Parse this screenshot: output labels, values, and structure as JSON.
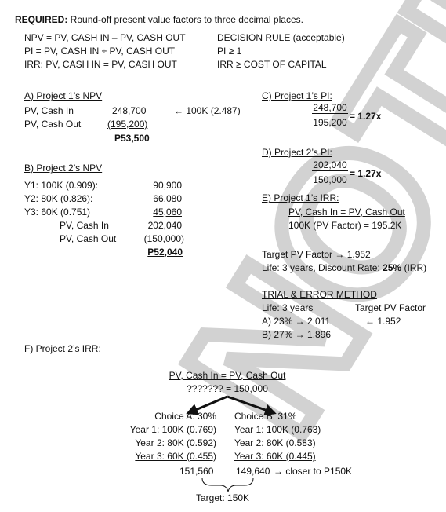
{
  "header": {
    "required_label": "REQUIRED:",
    "required_text": " Round-off present value factors to three decimal places.",
    "npv_formula": "NPV = PV, CASH IN – PV, CASH OUT",
    "pi_formula": "PI = PV, CASH IN ÷ PV, CASH OUT",
    "irr_formula": "IRR: PV, CASH IN = PV, CASH OUT",
    "decision_rule": "DECISION RULE (acceptable)",
    "pi_rule": "PI ≥ 1",
    "irr_rule": "IRR ≥ COST OF CAPITAL"
  },
  "section_a": {
    "title": "A) Project 1’s NPV",
    "pv_in_label": "PV, Cash In",
    "pv_in_value": "248,700",
    "pv_in_note": "← 100K (2.487)",
    "pv_out_label": "PV, Cash Out",
    "pv_out_value": "(195,200)",
    "npv": "P53,500"
  },
  "section_b": {
    "title": "B) Project 2’s NPV",
    "rows": [
      {
        "label": "Y1: 100K (0.909):",
        "value": "90,900"
      },
      {
        "label": "Y2: 80K (0.826):",
        "value": "66,080"
      },
      {
        "label": "Y3: 60K (0.751)",
        "value": "45,060"
      }
    ],
    "pv_in_label": "PV, Cash In",
    "pv_in_value": "202,040",
    "pv_out_label": "PV, Cash Out",
    "pv_out_value": "(150,000)",
    "npv": "P52,040"
  },
  "section_c": {
    "title": "C) Project 1’s PI:",
    "numerator": "248,700",
    "denominator": "195,200",
    "result": "= 1.27x"
  },
  "section_d": {
    "title": "D) Project 2’s PI:",
    "numerator": "202,040",
    "denominator": "150,000",
    "result": "= 1.27x"
  },
  "section_e": {
    "title": "E) Project 1’s IRR:",
    "equation": "PV, Cash In = PV, Cash Out",
    "pv_factor_line": "100K (PV Factor) = 195.2K",
    "target_factor": "Target PV Factor → 1.952",
    "life_prefix": "Life: 3 years, Discount Rate: ",
    "discount_rate": "25%",
    "life_suffix": " (IRR)",
    "trial_title": "TRIAL & ERROR METHOD",
    "trial_life": "Life: 3 years",
    "trial_target_header": "Target PV Factor",
    "trial_a": "A) 23% → 2.011",
    "trial_target_value": "← 1.952",
    "trial_b": "B) 27% → 1.896"
  },
  "section_f": {
    "title": "F) Project 2’s IRR:",
    "equation": "PV, Cash In = PV, Cash Out",
    "unknown_line": "??????? = 150,000",
    "choice_a": {
      "title": "Choice A: 30%",
      "y1": "Year 1: 100K (0.769)",
      "y2": "Year 2: 80K (0.592)",
      "y3": "Year 3: 60K (0.455)",
      "total": "151,560"
    },
    "choice_b": {
      "title": "Choice B: 31%",
      "y1": "Year 1: 100K (0.763)",
      "y2": "Year 2: 80K (0.583)",
      "y3": "Year 3: 60K (0.445)",
      "total": "149,640",
      "note": "→ closer to P150K"
    },
    "target": "Target: 150K"
  },
  "watermark": {
    "text": "NOTE",
    "color": "#d2d2d2"
  }
}
